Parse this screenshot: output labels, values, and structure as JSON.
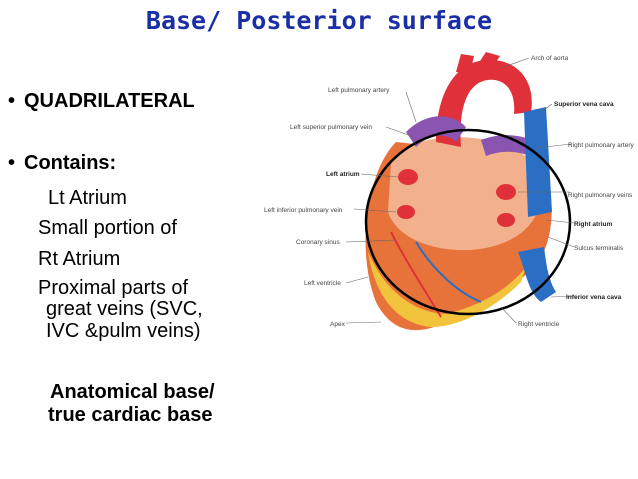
{
  "slide": {
    "title": "Base/ Posterior surface",
    "bullet1": "QUADRILATERAL",
    "bullet2": "Contains:",
    "contents": [
      "Lt Atrium",
      "Small portion of",
      "Rt Atrium",
      "Proximal parts of",
      "great veins (SVC,",
      "IVC &pulm veins)"
    ],
    "footer": [
      "Anatomical base/",
      "true cardiac base"
    ],
    "bullet_symbol": "•"
  },
  "figure": {
    "labels": {
      "left_pulmonary_artery": "Left pulmonary artery",
      "arch_of_aorta": "Arch of aorta",
      "superior_vena_cava": "Superior vena cava",
      "left_superior_pulmonary_vein": "Left superior pulmonary vein",
      "right_pulmonary_artery": "Right pulmonary artery",
      "left_atrium": "Left atrium",
      "right_pulmonary_veins": "Right pulmonary veins",
      "left_inferior_pulmonary_vein": "Left inferior pulmonary vein",
      "right_atrium": "Right atrium",
      "coronary_sinus": "Coronary sinus",
      "sulcus_terminalis": "Sulcus terminalis",
      "left_ventricle": "Left ventricle",
      "inferior_vena_cava": "Inferior vena cava",
      "apex": "Apex",
      "right_ventricle": "Right ventricle"
    },
    "colors": {
      "aorta": "#e0313a",
      "vena_cava": "#2a6fc4",
      "pulmonary": "#8a55b0",
      "atrium": "#f3b08c",
      "ventricle": "#e8733a",
      "fat": "#f2c33c",
      "circle": "#000000"
    }
  }
}
